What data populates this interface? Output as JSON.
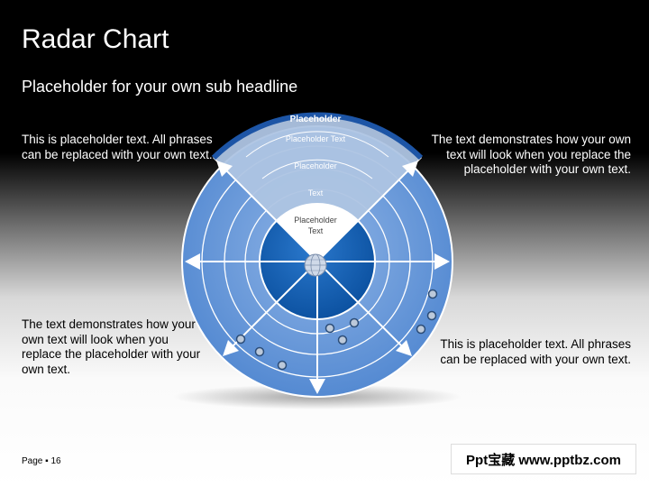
{
  "title": "Radar Chart",
  "subtitle": "Placeholder for your own sub headline",
  "blocks": {
    "top_left": "This is placeholder text. All phrases can be replaced with your own text.",
    "top_right": "The text demonstrates how your own text will look when you replace the placeholder with your own text.",
    "bottom_left": "The text demonstrates how your own text will look when you replace the placeholder with your own text.",
    "bottom_right": "This is placeholder text. All phrases can be replaced with your own text."
  },
  "diagram": {
    "top_tab": "Placeholder",
    "ring1": "Placeholder Text",
    "ring2": "Placeholder",
    "ring3": "Text",
    "ring4": "Placeholder Text"
  },
  "footer": {
    "page": "Page ▪ 16",
    "brand": "Ppt宝藏 www.pptbz.com"
  },
  "colors": {
    "outer_blue": "#5e93d7",
    "inner_blue": "#0f5cae",
    "sector_light": "#a9c1e0",
    "tab_blue": "#1d55a6"
  }
}
